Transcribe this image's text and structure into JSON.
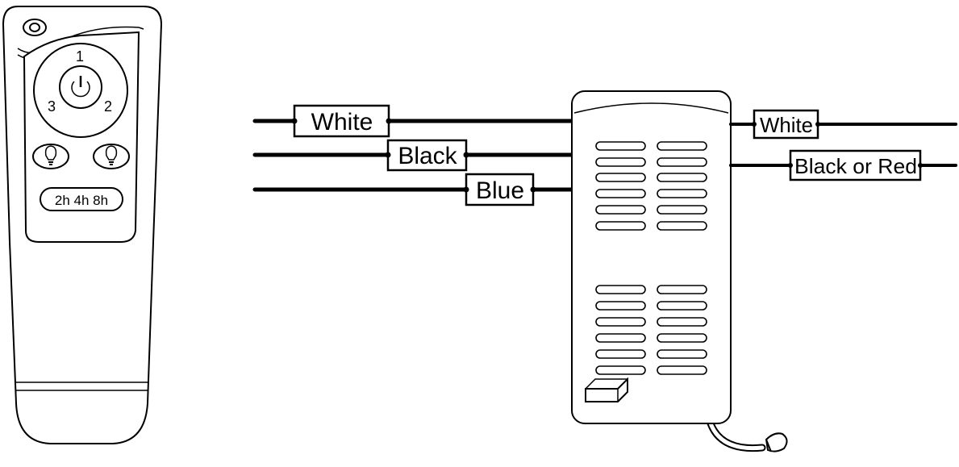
{
  "remote": {
    "speed_1": "1",
    "speed_2": "2",
    "speed_3": "3",
    "timer_label": "2h 4h 8h"
  },
  "wires_left": [
    {
      "label": "White"
    },
    {
      "label": "Black"
    },
    {
      "label": "Blue"
    }
  ],
  "wires_right": [
    {
      "label": "White"
    },
    {
      "label": "Black or Red"
    }
  ],
  "colors": {
    "line": "#000000",
    "background": "#ffffff"
  }
}
